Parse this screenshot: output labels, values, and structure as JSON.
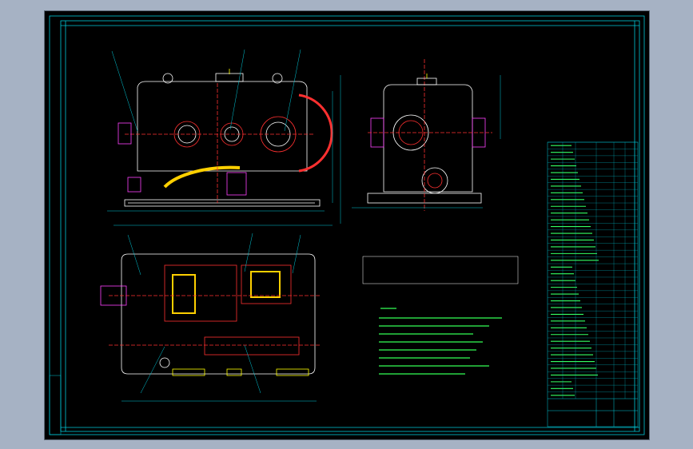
{
  "drawing": {
    "colors": {
      "background": "#000000",
      "frame": "#00c8d8",
      "outline": "#ffffff",
      "section": "#ff3030",
      "hatch": "#ffd000",
      "bolt": "#ff40ff",
      "text": "#33ff66"
    },
    "views": [
      "front-elevation",
      "side-elevation",
      "top-plan"
    ],
    "technical_notes_lines": 8,
    "parts_list_rows": 38
  }
}
